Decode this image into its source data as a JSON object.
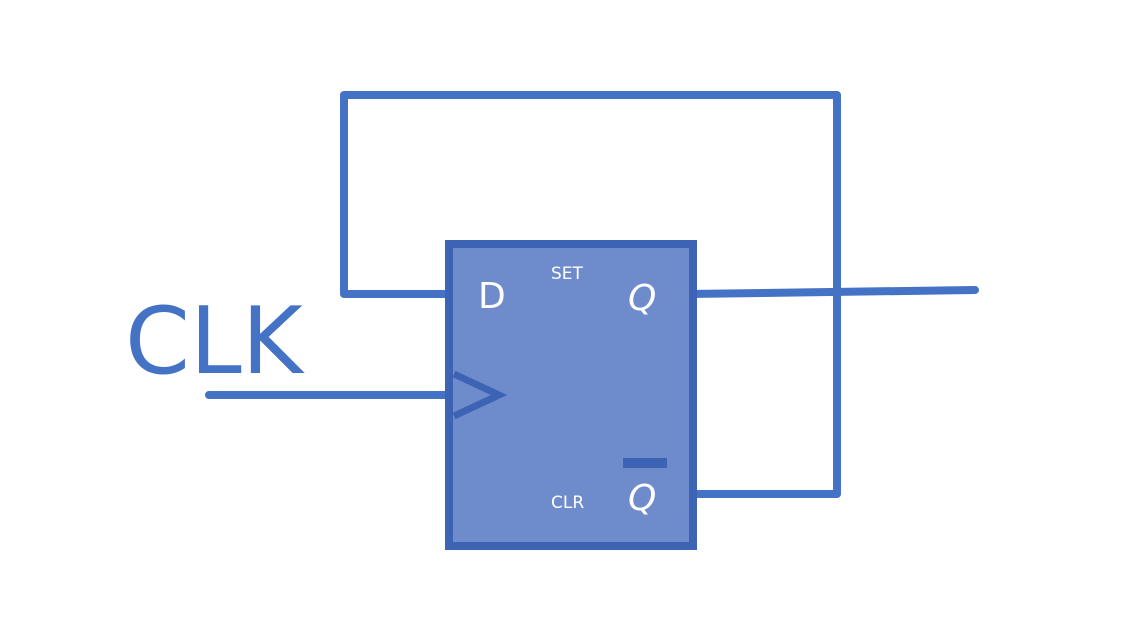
{
  "diagram": {
    "title": "",
    "clock_label": "CLK",
    "flipflop": {
      "input_d": "D",
      "set_label": "SET",
      "output_q": "Q",
      "clear_label": "CLR",
      "output_q_bar": "Q"
    }
  },
  "colors": {
    "wire": "#4472c4",
    "block_fill": "#6e8bcc",
    "block_border": "#3d64b4",
    "pin_text": "#ffffff",
    "background": "#ffffff"
  }
}
